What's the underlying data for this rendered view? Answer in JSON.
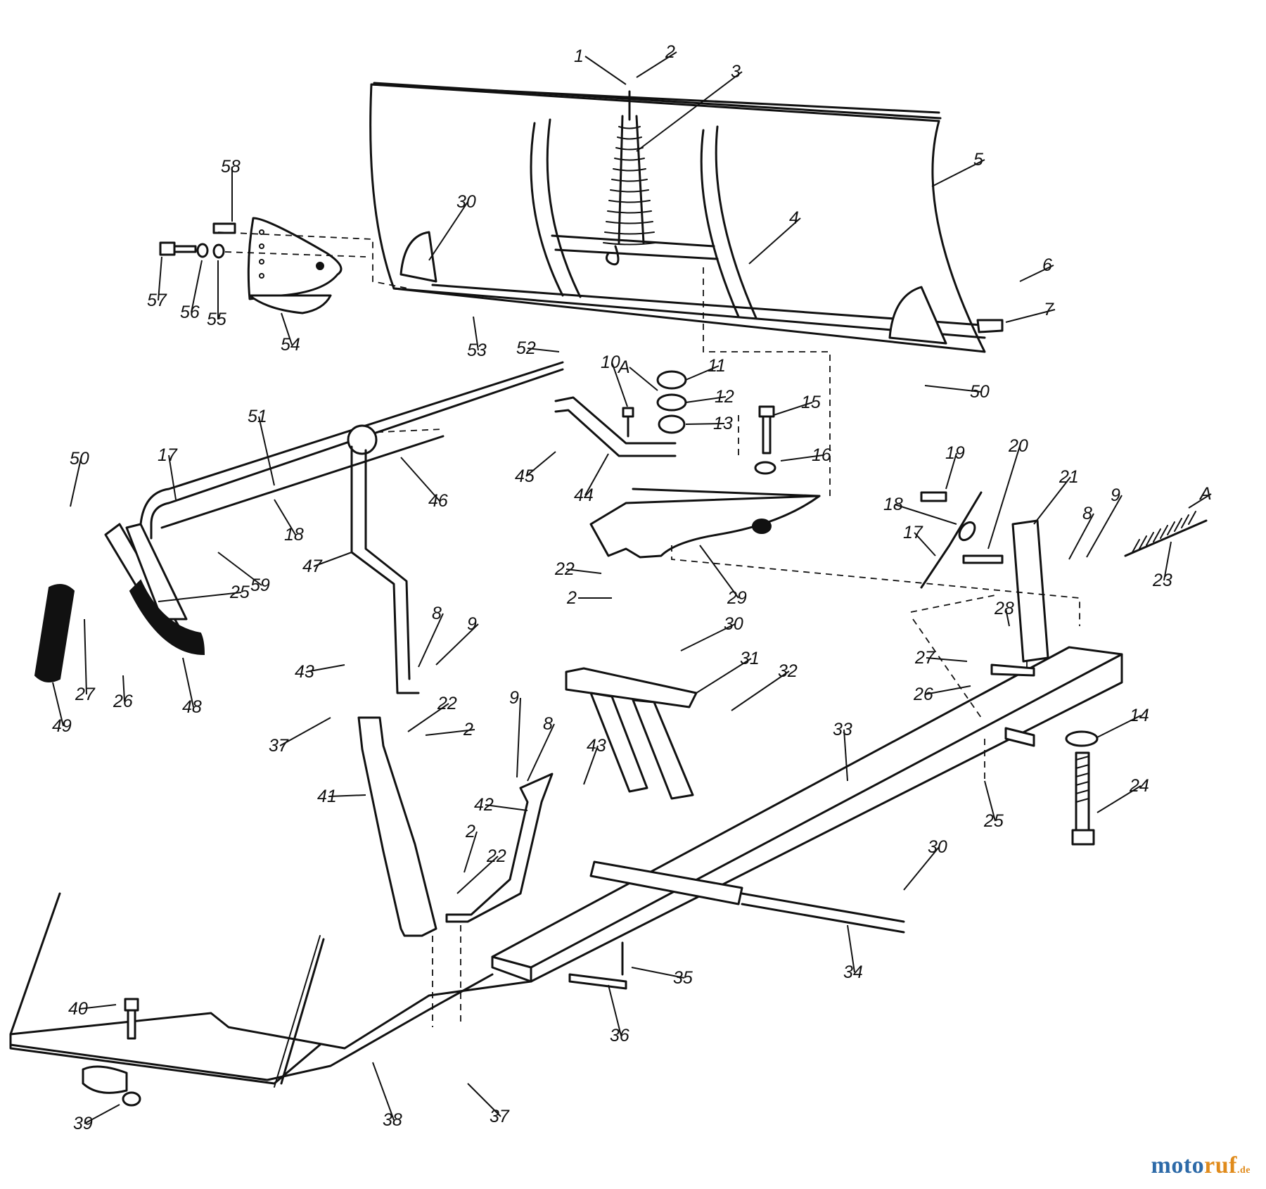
{
  "diagram": {
    "kind": "exploded parts diagram",
    "callouts": [
      {
        "id": "c1",
        "label": "1"
      },
      {
        "id": "c2a",
        "label": "2"
      },
      {
        "id": "c3",
        "label": "3"
      },
      {
        "id": "c4",
        "label": "4"
      },
      {
        "id": "c5",
        "label": "5"
      },
      {
        "id": "c6",
        "label": "6"
      },
      {
        "id": "c7",
        "label": "7"
      },
      {
        "id": "c8a",
        "label": "8"
      },
      {
        "id": "c8b",
        "label": "8"
      },
      {
        "id": "c8c",
        "label": "8"
      },
      {
        "id": "c9a",
        "label": "9"
      },
      {
        "id": "c9b",
        "label": "9"
      },
      {
        "id": "c9c",
        "label": "9"
      },
      {
        "id": "c10",
        "label": "10"
      },
      {
        "id": "c11",
        "label": "11"
      },
      {
        "id": "c12",
        "label": "12"
      },
      {
        "id": "c13",
        "label": "13"
      },
      {
        "id": "c14",
        "label": "14"
      },
      {
        "id": "c15",
        "label": "15"
      },
      {
        "id": "c16",
        "label": "16"
      },
      {
        "id": "c17a",
        "label": "17"
      },
      {
        "id": "c17b",
        "label": "17"
      },
      {
        "id": "c18a",
        "label": "18"
      },
      {
        "id": "c18b",
        "label": "18"
      },
      {
        "id": "c19",
        "label": "19"
      },
      {
        "id": "c20",
        "label": "20"
      },
      {
        "id": "c21",
        "label": "21"
      },
      {
        "id": "c22a",
        "label": "22"
      },
      {
        "id": "c22b",
        "label": "22"
      },
      {
        "id": "c22c",
        "label": "22"
      },
      {
        "id": "c23",
        "label": "23"
      },
      {
        "id": "c24",
        "label": "24"
      },
      {
        "id": "c25a",
        "label": "25"
      },
      {
        "id": "c25b",
        "label": "25"
      },
      {
        "id": "c26a",
        "label": "26"
      },
      {
        "id": "c26b",
        "label": "26"
      },
      {
        "id": "c27a",
        "label": "27"
      },
      {
        "id": "c27b",
        "label": "27"
      },
      {
        "id": "c28",
        "label": "28"
      },
      {
        "id": "c29",
        "label": "29"
      },
      {
        "id": "c30a",
        "label": "30"
      },
      {
        "id": "c30b",
        "label": "30"
      },
      {
        "id": "c30c",
        "label": "30"
      },
      {
        "id": "c31",
        "label": "31"
      },
      {
        "id": "c32",
        "label": "32"
      },
      {
        "id": "c33",
        "label": "33"
      },
      {
        "id": "c34",
        "label": "34"
      },
      {
        "id": "c35",
        "label": "35"
      },
      {
        "id": "c36",
        "label": "36"
      },
      {
        "id": "c37a",
        "label": "37"
      },
      {
        "id": "c37b",
        "label": "37"
      },
      {
        "id": "c38",
        "label": "38"
      },
      {
        "id": "c39",
        "label": "39"
      },
      {
        "id": "c40",
        "label": "40"
      },
      {
        "id": "c41",
        "label": "41"
      },
      {
        "id": "c42",
        "label": "42"
      },
      {
        "id": "c43a",
        "label": "43"
      },
      {
        "id": "c43b",
        "label": "43"
      },
      {
        "id": "c44",
        "label": "44"
      },
      {
        "id": "c45",
        "label": "45"
      },
      {
        "id": "c46",
        "label": "46"
      },
      {
        "id": "c47",
        "label": "47"
      },
      {
        "id": "c48",
        "label": "48"
      },
      {
        "id": "c49",
        "label": "49"
      },
      {
        "id": "c50a",
        "label": "50"
      },
      {
        "id": "c50b",
        "label": "50"
      },
      {
        "id": "c51",
        "label": "51"
      },
      {
        "id": "c52",
        "label": "52"
      },
      {
        "id": "c53",
        "label": "53"
      },
      {
        "id": "c54",
        "label": "54"
      },
      {
        "id": "c55",
        "label": "55"
      },
      {
        "id": "c56",
        "label": "56"
      },
      {
        "id": "c57",
        "label": "57"
      },
      {
        "id": "c58",
        "label": "58"
      },
      {
        "id": "c59",
        "label": "59"
      },
      {
        "id": "c2b",
        "label": "2"
      },
      {
        "id": "c2c",
        "label": "2"
      },
      {
        "id": "c2d",
        "label": "2"
      },
      {
        "id": "cA1",
        "label": "A"
      },
      {
        "id": "cA2",
        "label": "A"
      }
    ]
  },
  "watermark": {
    "part1": "moto",
    "part2": "ruf",
    "part3": ".de"
  }
}
